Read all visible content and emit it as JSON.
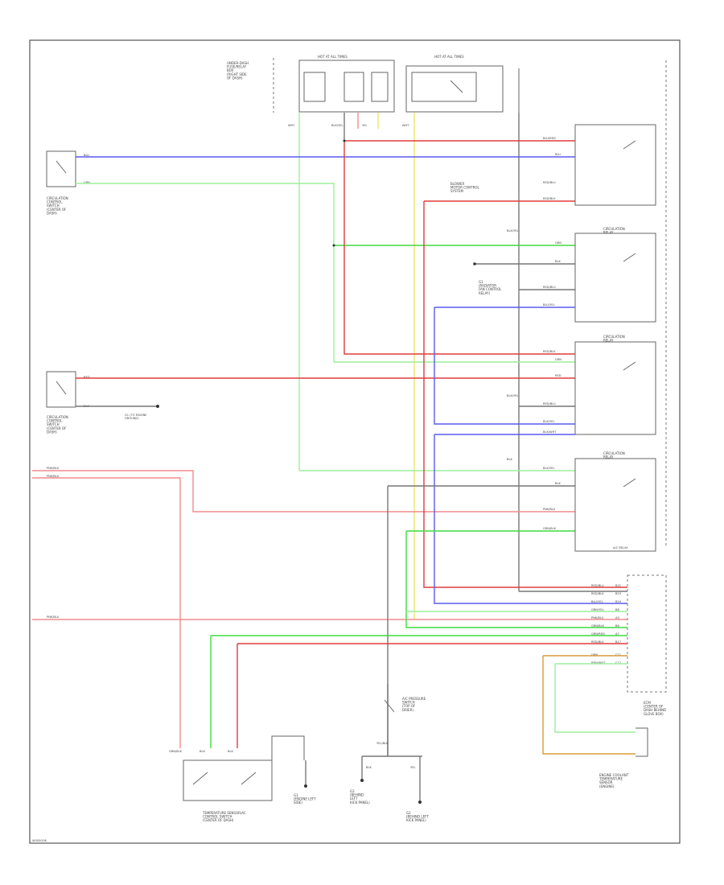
{
  "page": {
    "footer_code": "W3S0O06"
  },
  "colors": {
    "black": "#777777",
    "red": "#e23b3b",
    "pink": "#f28c8c",
    "blue": "#5a5af0",
    "green": "#3fdc3f",
    "light_green": "#9cef9c",
    "yellow": "#e7e76a",
    "orange": "#d99a3a"
  },
  "top": {
    "fuse_box_label": "UNDER-DASH\nFUSE/RELAY\nBOX\n(RIGHT SIDE\nOF DASH)",
    "hot_ign_1": "HOT AT ALL TIMES",
    "hot_ign_2": "HOT AT ALL TIMES",
    "wire_labels": [
      "WHT",
      "BLK/YEL",
      "YEL",
      "WHT"
    ]
  },
  "left": {
    "upper_switch": {
      "label": "CIRCULATION\nCONTROL\nSWITCH\n(CENTER OF\nDASH)",
      "wires": [
        "BLU",
        "GRN"
      ]
    },
    "lower_switch": {
      "label": "CIRCULATION\nCONTROL\nSWITCH\n(CENTER OF\nDASH)",
      "wires": [
        "RED",
        "BLK"
      ]
    },
    "ground_note": "G1 (TO ENGINE\nGROUND)",
    "feed_wires": [
      "PNK/BLK",
      "PNK/BLU",
      "PNK/BLU"
    ]
  },
  "relays": {
    "relay_a_note": "BLOWER\nMOTOR CONTROL\nSYSTEM",
    "relay_b": "CIRCULATION\nRELAY",
    "relay_c": "CIRCULATION\nRELAY",
    "relay_d": "CIRCULATION\nRELAY",
    "side_note": "G1\n(RADIATOR\nFAN CONTROL\nRELAY)",
    "box_note": "A/C RELAY",
    "wire_labels": [
      "BLU/RED",
      "BLU",
      "RED/BLU",
      "RED/BLK",
      "GRN",
      "BLK",
      "RED/BLU",
      "BLU/YEL",
      "RED/BLK",
      "GRN",
      "RED",
      "RED/BLU",
      "BLK/YEL",
      "BLK/WHT",
      "BLK/YEL",
      "PNK/BLU",
      "GRN/BLK",
      "BLK",
      "BLK/YEL",
      "BLK/YEL",
      "BLK"
    ]
  },
  "ecm": {
    "label": "ECM\n(CENTER OF\nDASH BEHIND\nGLOVE BOX)",
    "pins": [
      "RED/BLU",
      "RED/BLK",
      "BLU/YEL",
      "GRN/YEL",
      "GRN/BLK",
      "PNK/BLU",
      "GRN/RED",
      "RED/BLK",
      "ORN",
      "BRN/WHT"
    ],
    "pin_ids": [
      "B21",
      "B23",
      "B19",
      "B8",
      "B6",
      "A3",
      "A7",
      "B17",
      "C11",
      "C12"
    ]
  },
  "bottom": {
    "temp_switch": "TEMPERATURE SENSOR/AC\nCONTROL SWITCH\n(CENTER OF DASH)",
    "ground_1": "G1\n(ENGINE LEFT\nSIDE)",
    "ground_2": "G2\n(BEHIND\nLEFT\nKICK PANEL)",
    "ground_3": "G2\n(BEHIND LEFT\nKICK PANEL)",
    "pressure_switch": "A/C PRESSURE\nSWITCH\n(TOP OF\nDRIER)",
    "sensor": "ENGINE COOLANT\nTEMPERATURE\nSENSOR\n(ENGINE)",
    "wire_labels": [
      "GRN/BLK",
      "BLK",
      "BLK",
      "YEL/BLK",
      "BLK",
      "YEL"
    ]
  }
}
